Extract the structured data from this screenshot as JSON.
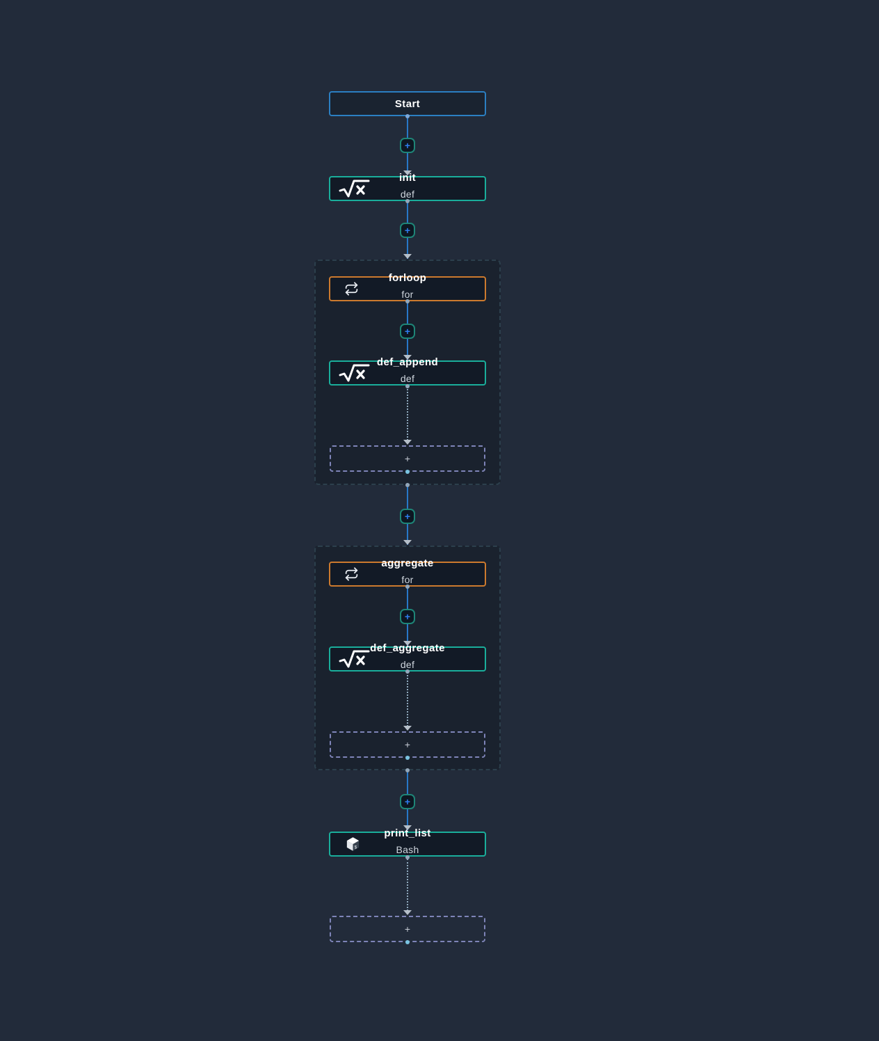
{
  "colors": {
    "canvas_bg": "#222b3a",
    "group_bg": "#1a222e",
    "group_border": "#2c3f4c",
    "node_bg": "#121a26",
    "start_accent": "#2b7fc2",
    "function_accent": "#1aae9b",
    "loop_accent": "#cc7a2e",
    "edge_line": "#2878c8",
    "dotted_edge": "#8fa9bd",
    "placeholder_border": "#7e84b8",
    "plus_sign": "#2f7df0",
    "plus_button_border": "#1e8577"
  },
  "flow": {
    "start": {
      "label": "Start"
    },
    "insert_button_label": "+",
    "placeholder_label": "+",
    "nodes": {
      "init": {
        "title": "init",
        "subtitle": "def",
        "icon": "square-root-function-icon"
      },
      "forloop": {
        "title": "forloop",
        "subtitle": "for",
        "icon": "loop-icon"
      },
      "def_append": {
        "title": "def_append",
        "subtitle": "def",
        "icon": "square-root-function-icon"
      },
      "aggregate": {
        "title": "aggregate",
        "subtitle": "for",
        "icon": "loop-icon"
      },
      "def_aggregate": {
        "title": "def_aggregate",
        "subtitle": "def",
        "icon": "square-root-function-icon"
      },
      "print_list": {
        "title": "print_list",
        "subtitle": "Bash",
        "icon": "bash-cube-icon"
      }
    }
  }
}
